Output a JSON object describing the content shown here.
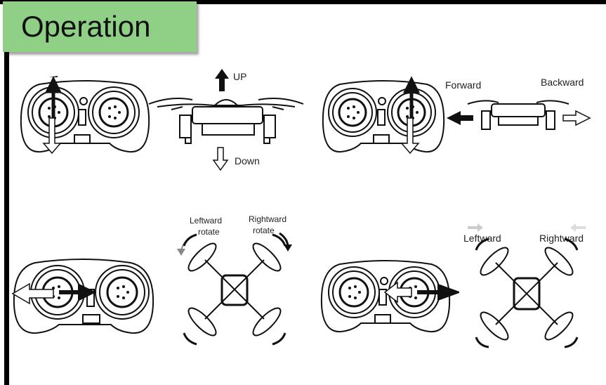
{
  "title": "Operation",
  "panels": {
    "up_down": {
      "up": "UP",
      "down": "Down"
    },
    "forward_backward": {
      "forward": "Forward",
      "backward": "Backward"
    },
    "rotate": {
      "left_1": "Leftward",
      "left_2": "rotate",
      "right_1": "Rightward",
      "right_2": "rotate"
    },
    "sideways": {
      "left": "Leftward",
      "right": "Rightward"
    }
  }
}
